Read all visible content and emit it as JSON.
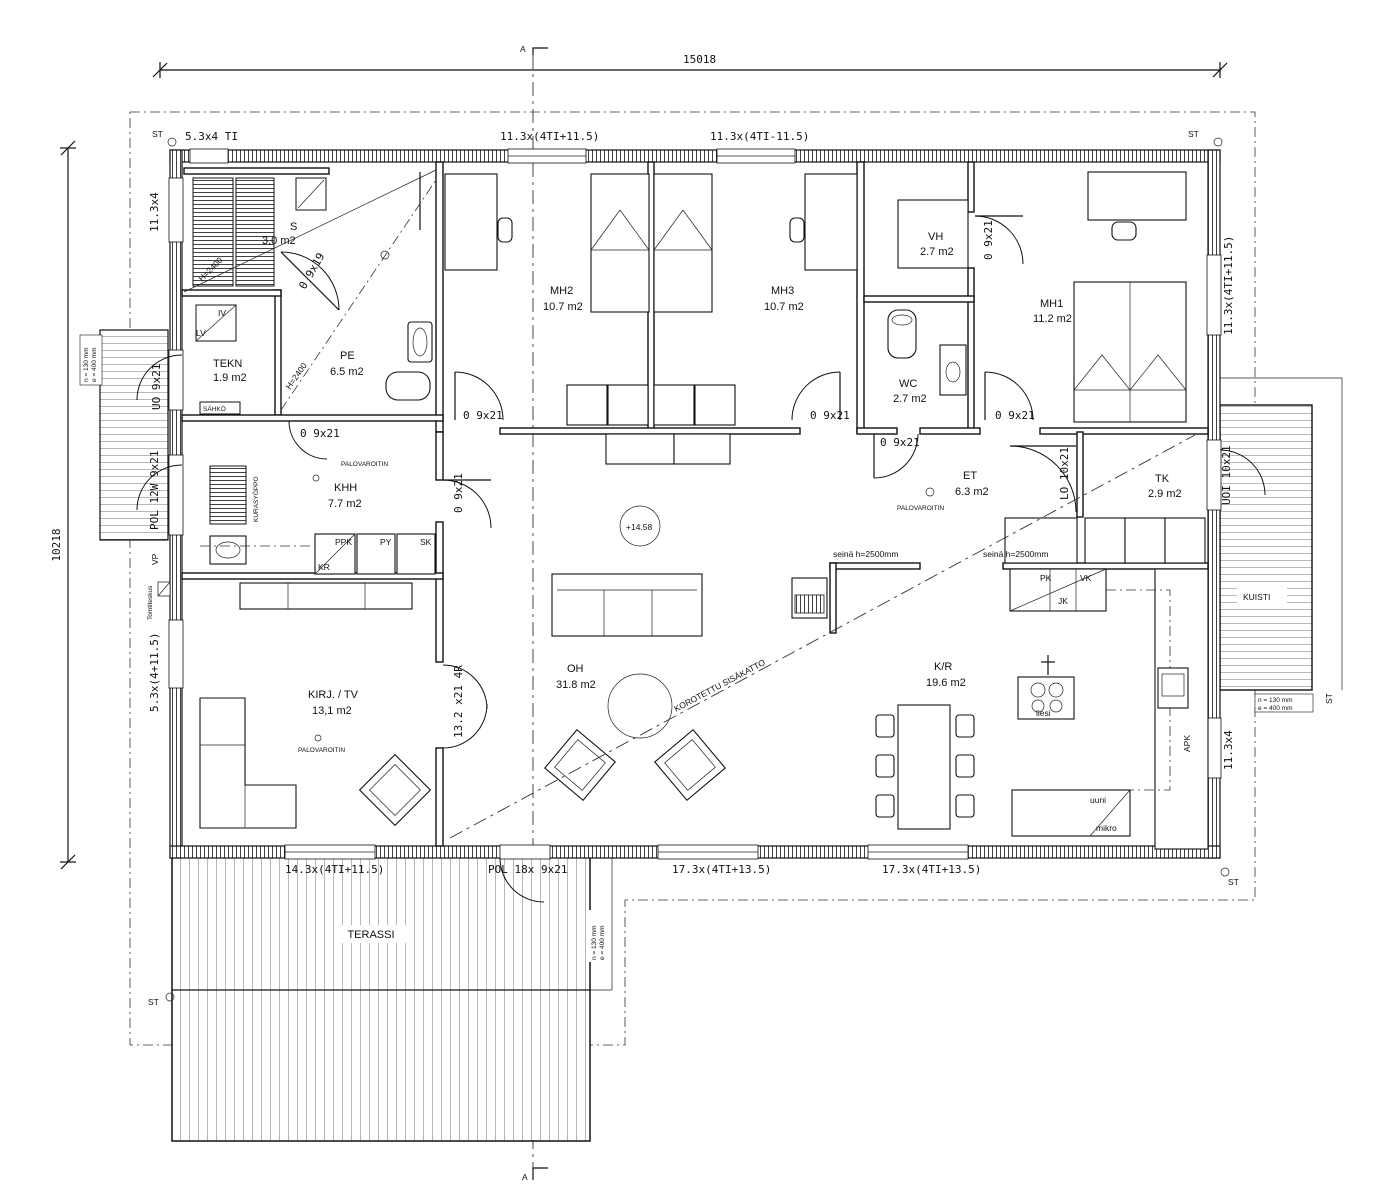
{
  "dimensions": {
    "width": "15018",
    "height": "10218"
  },
  "rooms": {
    "s": {
      "name": "S",
      "area": "3.0 m2"
    },
    "tekn": {
      "name": "TEKN",
      "area": "1.9 m2"
    },
    "pe": {
      "name": "PE",
      "area": "6.5 m2"
    },
    "mh2": {
      "name": "MH2",
      "area": "10.7 m2"
    },
    "mh3": {
      "name": "MH3",
      "area": "10.7 m2"
    },
    "vh": {
      "name": "VH",
      "area": "2.7 m2"
    },
    "wc": {
      "name": "WC",
      "area": "2.7 m2"
    },
    "mh1": {
      "name": "MH1",
      "area": "11.2 m2"
    },
    "khh": {
      "name": "KHH",
      "area": "7.7 m2"
    },
    "et": {
      "name": "ET",
      "area": "6.3 m2"
    },
    "tk": {
      "name": "TK",
      "area": "2.9 m2"
    },
    "oh": {
      "name": "OH",
      "area": "31.8 m2"
    },
    "kr": {
      "name": "K/R",
      "area": "19.6 m2"
    },
    "kirj": {
      "name": "KIRJ. / TV",
      "area": "13,1 m2"
    },
    "terassi": {
      "name": "TERASSI"
    },
    "kuisti": {
      "name": "KUISTI"
    }
  },
  "windows": {
    "top_left": "5.3x4 TI",
    "top_mid": "11.3x(4TI+11.5)",
    "top_right": "11.3x(4TI-11.5)",
    "left_top": "11.3x4",
    "right_top": "11.3x(4TI+11.5)",
    "left_low": "5.3x(4+11.5)",
    "right_low": "11.3x4",
    "bottom_left": "14.3x(4TI+11.5)",
    "bottom_mid": "POL 18x 9x21",
    "bottom_right1": "17.3x(4TI+13.5)",
    "bottom_right2": "17.3x(4TI+13.5)"
  },
  "doors": {
    "d_s": "0 9x19",
    "d_tekn": "UO 9x21",
    "d_khh": "0 9x21",
    "d_khh2": "0 9x21",
    "d_mh2": "0 9x21",
    "d_mh3": "0 9x21",
    "d_vh": "0 9x21",
    "d_wc": "0 9x21",
    "d_mh1": "0 9x21",
    "d_tk": "LO 10x21",
    "d_tk2": "UOI 10x21",
    "d_side": "POL 12W 9x21",
    "d_oh": "13.2 x21 4R"
  },
  "labels": {
    "h2400a": "H=2400",
    "h2400b": "H=2400",
    "sahko": "SÄHKÖ",
    "iv": "IV",
    "lv": "LV",
    "kurasyoppo": "KURASYÖPPO",
    "palovaroitin1": "PALOVAROITIN",
    "palovaroitin2": "PALOVAROITIN",
    "palovaroitin3": "PALOVAROITIN",
    "ppk": "PPK",
    "py": "PY",
    "sk": "SK",
    "kr_small": "KR",
    "vp": "VP",
    "tomtiteskus": "Tomtiteskus",
    "seina1": "seinä h=2500mm",
    "seina2": "seinä h=2500mm",
    "level": "+14.58",
    "korotettu": "KOROTETTU SISÄKATTO",
    "pk": "PK",
    "vk": "VK",
    "jk": "JK",
    "liesi": "liesi",
    "uuni": "uuni",
    "mikro": "mikro",
    "apk": "APK",
    "st": "ST",
    "section": "A",
    "deck_n": "n = 130 mm",
    "deck_e": "e = 400 mm"
  }
}
